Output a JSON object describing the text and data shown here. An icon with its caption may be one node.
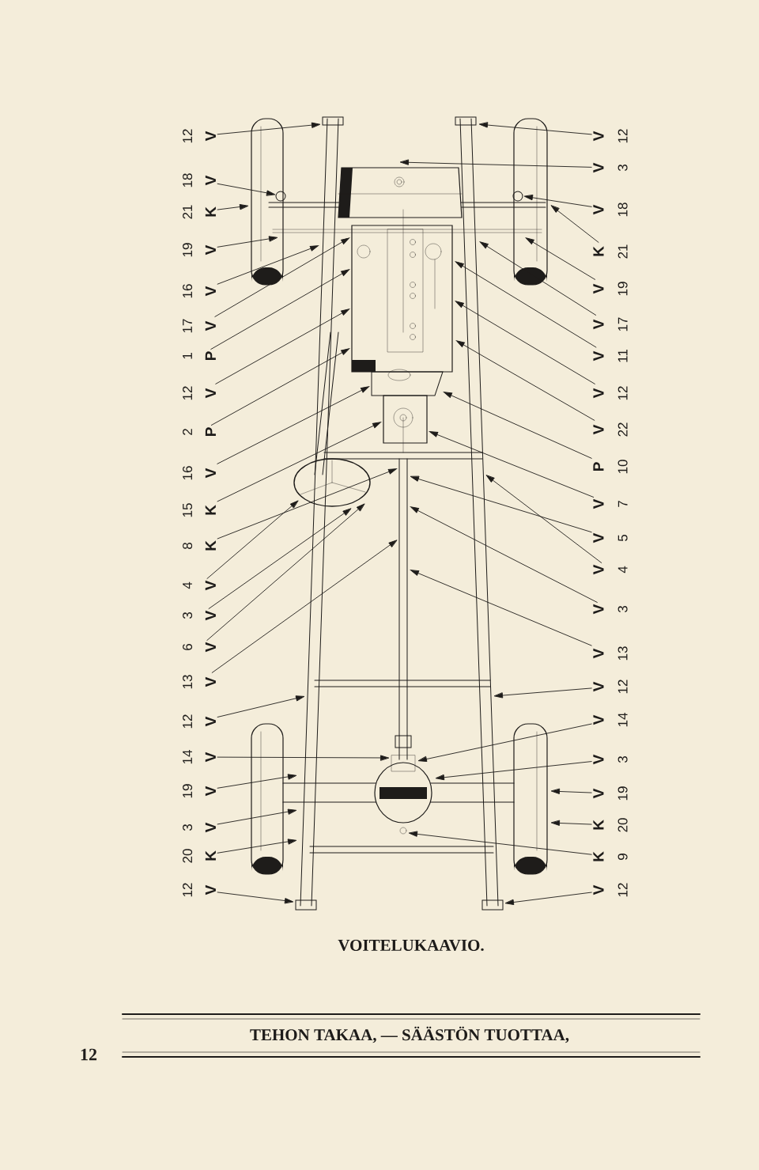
{
  "diagram": {
    "caption": "VOITELUKAAVIO.",
    "nodes": [
      {
        "text": [
          "12",
          "V"
        ]
      },
      {
        "text": [
          "18",
          "V"
        ]
      },
      {
        "text": [
          "21",
          "K"
        ]
      },
      {
        "text": [
          "19",
          "V"
        ]
      },
      {
        "text": [
          "16",
          "V"
        ]
      },
      {
        "text": [
          "17",
          "V"
        ]
      },
      {
        "text": [
          "1",
          "P"
        ]
      },
      {
        "text": [
          "12",
          "V"
        ]
      },
      {
        "text": [
          "2",
          "P"
        ]
      },
      {
        "text": [
          "16",
          "V"
        ]
      },
      {
        "text": [
          "15",
          "K"
        ]
      },
      {
        "text": [
          "8",
          "K"
        ]
      },
      {
        "text": [
          "4",
          "V"
        ]
      },
      {
        "text": [
          "3",
          "V"
        ]
      },
      {
        "text": [
          "6",
          "V"
        ]
      },
      {
        "text": [
          "13",
          "V"
        ]
      },
      {
        "text": [
          "12",
          "V"
        ]
      },
      {
        "text": [
          "14",
          "V"
        ]
      },
      {
        "text": [
          "19",
          "V"
        ]
      },
      {
        "text": [
          "3",
          "V"
        ]
      },
      {
        "text": [
          "20",
          "K"
        ]
      },
      {
        "text": [
          "12",
          "V"
        ]
      },
      {
        "text": [
          "12",
          "V"
        ]
      },
      {
        "text": [
          "3",
          "V"
        ]
      },
      {
        "text": [
          "18",
          "V"
        ]
      },
      {
        "text": [
          "21",
          "K"
        ]
      },
      {
        "text": [
          "19",
          "V"
        ]
      },
      {
        "text": [
          "17",
          "V"
        ]
      },
      {
        "text": [
          "11",
          "V"
        ]
      },
      {
        "text": [
          "12",
          "V"
        ]
      },
      {
        "text": [
          "22",
          "V"
        ]
      },
      {
        "text": [
          "10",
          "P"
        ]
      },
      {
        "text": [
          "7",
          "V"
        ]
      },
      {
        "text": [
          "5",
          "V"
        ]
      },
      {
        "text": [
          "4",
          "V"
        ]
      },
      {
        "text": [
          "3",
          "V"
        ]
      },
      {
        "text": [
          "13",
          "V"
        ]
      },
      {
        "text": [
          "12",
          "V"
        ]
      },
      {
        "text": [
          "14",
          "V"
        ]
      },
      {
        "text": [
          "3",
          "V"
        ]
      },
      {
        "text": [
          "19",
          "V"
        ]
      },
      {
        "text": [
          "20",
          "K"
        ]
      },
      {
        "text": [
          "9",
          "K"
        ]
      },
      {
        "text": [
          "12",
          "V"
        ]
      }
    ],
    "edges": [
      {
        "from": 0,
        "to": null,
        "arrow": "to"
      },
      {
        "from": 1,
        "to": null,
        "arrow": "to"
      },
      {
        "from": 2,
        "to": null,
        "arrow": "to"
      },
      {
        "from": 3,
        "to": null,
        "arrow": "to"
      },
      {
        "from": 4,
        "to": null,
        "arrow": "to"
      },
      {
        "from": 5,
        "to": null,
        "arrow": "to"
      },
      {
        "from": 6,
        "to": null,
        "arrow": "to"
      },
      {
        "from": 7,
        "to": null,
        "arrow": "to"
      },
      {
        "from": 8,
        "to": null,
        "arrow": "to"
      },
      {
        "from": 9,
        "to": null,
        "arrow": "to"
      },
      {
        "from": 10,
        "to": null,
        "arrow": "to"
      },
      {
        "from": 11,
        "to": null,
        "arrow": "to"
      },
      {
        "from": 12,
        "to": null,
        "arrow": "to"
      },
      {
        "from": 13,
        "to": null,
        "arrow": "to"
      },
      {
        "from": 14,
        "to": null,
        "arrow": "to"
      },
      {
        "from": 15,
        "to": null,
        "arrow": "to"
      },
      {
        "from": 16,
        "to": null,
        "arrow": "to"
      },
      {
        "from": 17,
        "to": null,
        "arrow": "to"
      },
      {
        "from": 18,
        "to": null,
        "arrow": "to"
      },
      {
        "from": 19,
        "to": null,
        "arrow": "to"
      },
      {
        "from": 20,
        "to": null,
        "arrow": "to"
      },
      {
        "from": 21,
        "to": null,
        "arrow": "to"
      },
      {
        "from": 22,
        "to": null,
        "arrow": "to"
      },
      {
        "from": 23,
        "to": null,
        "arrow": "to"
      },
      {
        "from": 24,
        "to": null,
        "arrow": "to"
      },
      {
        "from": 25,
        "to": null,
        "arrow": "to"
      },
      {
        "from": 26,
        "to": null,
        "arrow": "to"
      },
      {
        "from": 27,
        "to": null,
        "arrow": "to"
      },
      {
        "from": 28,
        "to": null,
        "arrow": "to"
      },
      {
        "from": 29,
        "to": null,
        "arrow": "to"
      },
      {
        "from": 30,
        "to": null,
        "arrow": "to"
      },
      {
        "from": 31,
        "to": null,
        "arrow": "to"
      },
      {
        "from": 32,
        "to": null,
        "arrow": "to"
      },
      {
        "from": 33,
        "to": null,
        "arrow": "to"
      },
      {
        "from": 34,
        "to": null,
        "arrow": "to"
      },
      {
        "from": 35,
        "to": null,
        "arrow": "to"
      },
      {
        "from": 36,
        "to": null,
        "arrow": "to"
      },
      {
        "from": 37,
        "to": null,
        "arrow": "to"
      },
      {
        "from": 38,
        "to": null,
        "arrow": "to"
      },
      {
        "from": 39,
        "to": null,
        "arrow": "to"
      },
      {
        "from": 40,
        "to": null,
        "arrow": "to"
      },
      {
        "from": 41,
        "to": null,
        "arrow": "to"
      },
      {
        "from": 42,
        "to": null,
        "arrow": "to"
      },
      {
        "from": 43,
        "to": null,
        "arrow": "to"
      }
    ],
    "labels": [
      "12",
      "TEHON TAKAA, — SÄÄSTÖN TUOTTAA,"
    ]
  }
}
